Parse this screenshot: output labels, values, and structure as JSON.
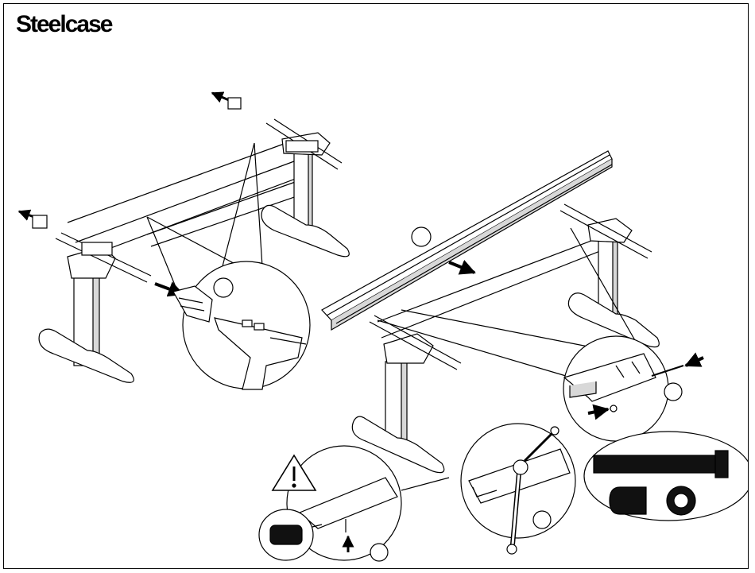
{
  "brand": {
    "logo_text": "Steelcase"
  },
  "colors": {
    "line": "#000000",
    "background": "#ffffff",
    "frame_fill": "#d8d8d8",
    "fill_dark": "#111111"
  },
  "illustration": {
    "type": "assembly-instruction",
    "icons": [
      "left-desk-frame",
      "right-desk-frame",
      "beam-bracket",
      "bolt-detail",
      "wrench-detail",
      "warning-triangle",
      "bolt-and-washer-callout"
    ]
  }
}
